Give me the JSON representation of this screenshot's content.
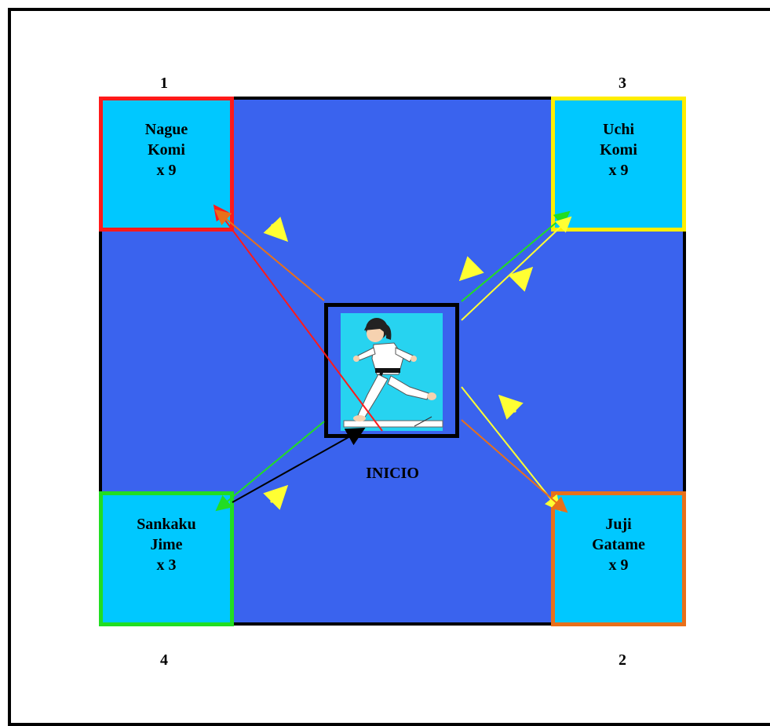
{
  "stations": {
    "nague": {
      "number": "1",
      "lines": [
        "Nague",
        "Komi",
        "x 9"
      ],
      "color": "#ff1a1a"
    },
    "uchi": {
      "number": "3",
      "lines": [
        "Uchi",
        "Komi",
        "x 9"
      ],
      "color": "#ffee00"
    },
    "sankaku": {
      "number": "4",
      "lines": [
        "Sankaku",
        "Jime",
        "x 3"
      ],
      "color": "#22dd22"
    },
    "juji": {
      "number": "2",
      "lines": [
        "Juji",
        "Gatame",
        "x 9"
      ],
      "color": "#e8701a"
    }
  },
  "center": {
    "label": "INICIO",
    "icon": "judoka-running-icon"
  },
  "colors": {
    "mat": "#3a63ee",
    "station_fill": "#00c8ff",
    "direction_arrow": "#ffff33"
  }
}
